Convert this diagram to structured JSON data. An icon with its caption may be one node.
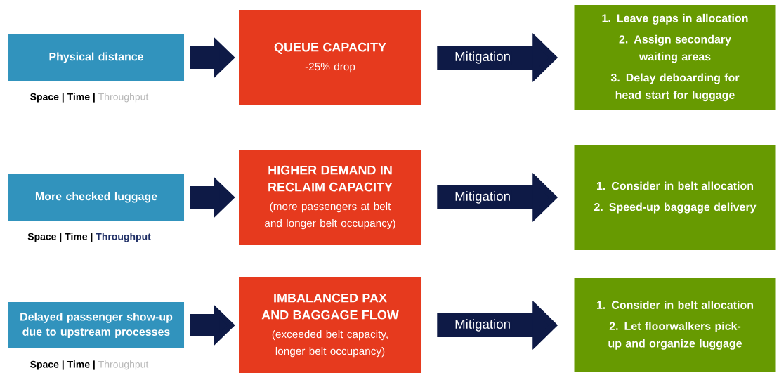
{
  "diagram": {
    "nodes": [
      {
        "text": [
          "Physical distance"
        ],
        "beside": [
          "Space | Time |",
          "Throughput"
        ]
      },
      {
        "text": [
          "QUEUE CAPACITY",
          "-25% drop"
        ]
      },
      {
        "text": [
          "1. Leave gaps in allocation",
          "2. Assign secondary waiting areas",
          "3. Delay deboarding for head start for luggage"
        ]
      },
      {
        "text": [
          "More checked luggage"
        ],
        "beside": [
          "Space | Time |",
          "Throughput"
        ]
      },
      {
        "text": [
          "HIGHER DEMAND IN RECLAIM CAPACITY",
          "(more passengers at belt and longer belt occupancy)"
        ]
      },
      {
        "text": [
          "1. Consider in belt allocation",
          "2. Speed-up baggage delivery"
        ]
      },
      {
        "text": [
          "Delayed passenger show-up due to upstream processes"
        ],
        "beside": [
          "Space | Time |",
          "Throughput"
        ]
      },
      {
        "text": [
          "IMBALANCED PAX AND BAGGAGE FLOW",
          "(exceeded belt capacity, longer belt occupancy)"
        ]
      },
      {
        "text": [
          "1. Consider in belt allocation",
          "2. Let floorwalkers pick-up and organize luggage"
        ]
      }
    ],
    "edges": [
      {
        "from": 0,
        "to": 1,
        "arrow": "to"
      },
      {
        "from": 1,
        "to": 2,
        "arrow": "to",
        "label": "Mitigation"
      },
      {
        "from": 3,
        "to": 4,
        "arrow": "to"
      },
      {
        "from": 4,
        "to": 5,
        "arrow": "to",
        "label": "Mitigation"
      },
      {
        "from": 6,
        "to": 7,
        "arrow": "to"
      },
      {
        "from": 7,
        "to": 8,
        "arrow": "to",
        "label": "Mitigation"
      }
    ]
  }
}
